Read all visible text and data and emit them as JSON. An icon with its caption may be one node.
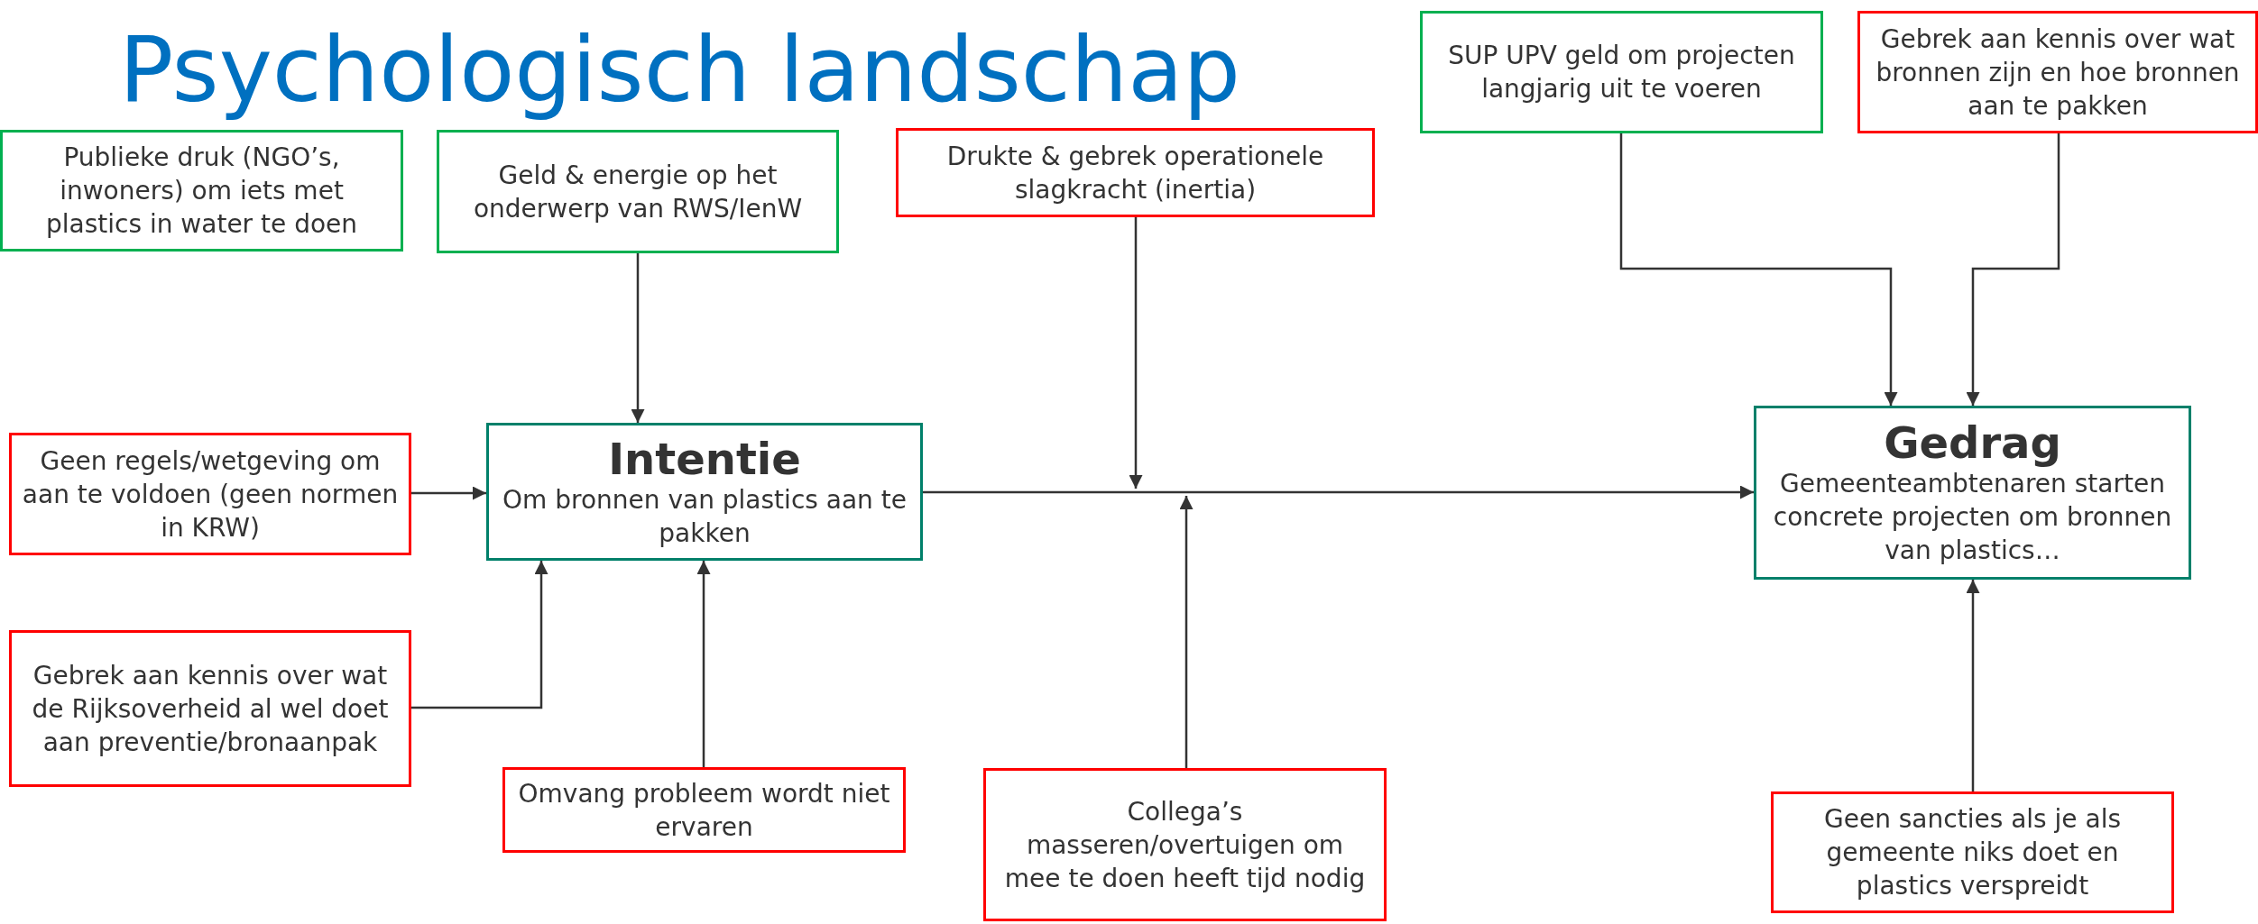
{
  "diagram": {
    "title": "Psychologisch landschap",
    "nodes": [
      {
        "text": [
          "Publieke druk (NGO’s, inwoners) om iets met plastics in water te doen"
        ]
      },
      {
        "text": [
          "Geld & energie op het onderwerp van RWS/IenW"
        ]
      },
      {
        "text": [
          "Drukte & gebrek operationele slagkracht (inertia)"
        ]
      },
      {
        "text": [
          "SUP UPV geld om projecten langjarig uit te voeren"
        ]
      },
      {
        "text": [
          "Gebrek aan kennis over wat bronnen zijn en hoe bronnen aan te pakken"
        ]
      },
      {
        "text": [
          "Geen regels/wetgeving om aan te voldoen (geen normen in KRW)"
        ]
      },
      {
        "text": [
          "Intentie",
          "Om bronnen van plastics aan te pakken"
        ]
      },
      {
        "text": [
          "Gedrag",
          "Gemeenteambtenaren starten concrete projecten om bronnen van plastics…"
        ]
      },
      {
        "text": [
          "Gebrek aan kennis over wat de Rijksoverheid al wel doet aan preventie/bronaanpak"
        ]
      },
      {
        "text": [
          "Omvang probleem wordt niet ervaren"
        ]
      },
      {
        "text": [
          "Collega’s masseren/overtuigen om mee te doen heeft tijd nodig"
        ]
      },
      {
        "text": [
          "Geen sancties als je als gemeente niks doet en plastics verspreidt"
        ]
      }
    ],
    "edges": [
      {
        "from": 1,
        "to": 6,
        "arrow": "to"
      },
      {
        "from": 5,
        "to": 6,
        "arrow": "to"
      },
      {
        "from": 8,
        "to": 6,
        "arrow": "to"
      },
      {
        "from": 9,
        "to": 6,
        "arrow": "to"
      },
      {
        "from": 6,
        "to": 7,
        "arrow": "to"
      },
      {
        "from": 2,
        "to": null,
        "arrow": "to"
      },
      {
        "from": 10,
        "to": null,
        "arrow": "to"
      },
      {
        "from": 3,
        "to": 7,
        "arrow": "to"
      },
      {
        "from": 4,
        "to": 7,
        "arrow": "to"
      },
      {
        "from": 11,
        "to": 7,
        "arrow": "to"
      }
    ]
  }
}
